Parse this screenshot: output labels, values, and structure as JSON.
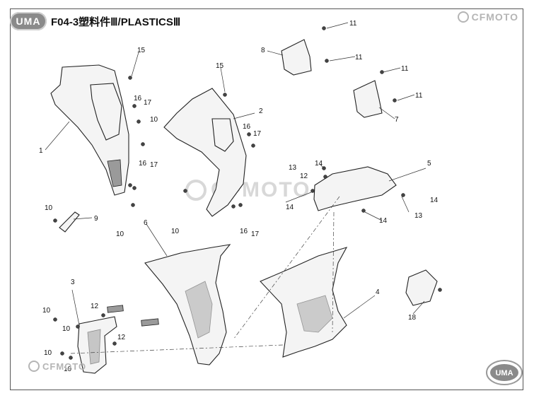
{
  "header": {
    "brand_logo": "UMA",
    "title": "F04-3塑料件Ⅲ/PLASTICSⅢ",
    "manufacturer_logo": "CFMOTO"
  },
  "watermark": "CFMOTO",
  "footer": {
    "manufacturer_logo": "CFMOTO",
    "badge": "UMA"
  },
  "callouts": {
    "c1": "1",
    "c2": "2",
    "c3": "3",
    "c4": "4",
    "c5": "5",
    "c6": "6",
    "c7": "7",
    "c8": "8",
    "c9": "9",
    "c10": "10",
    "c11": "11",
    "c12": "12",
    "c13": "13",
    "c14": "14",
    "c15": "15",
    "c16": "16",
    "c17": "17",
    "c18": "18"
  },
  "colors": {
    "line": "#222222",
    "logo_grey": "#8a8a8a",
    "watermark": "#d8d8d8"
  }
}
